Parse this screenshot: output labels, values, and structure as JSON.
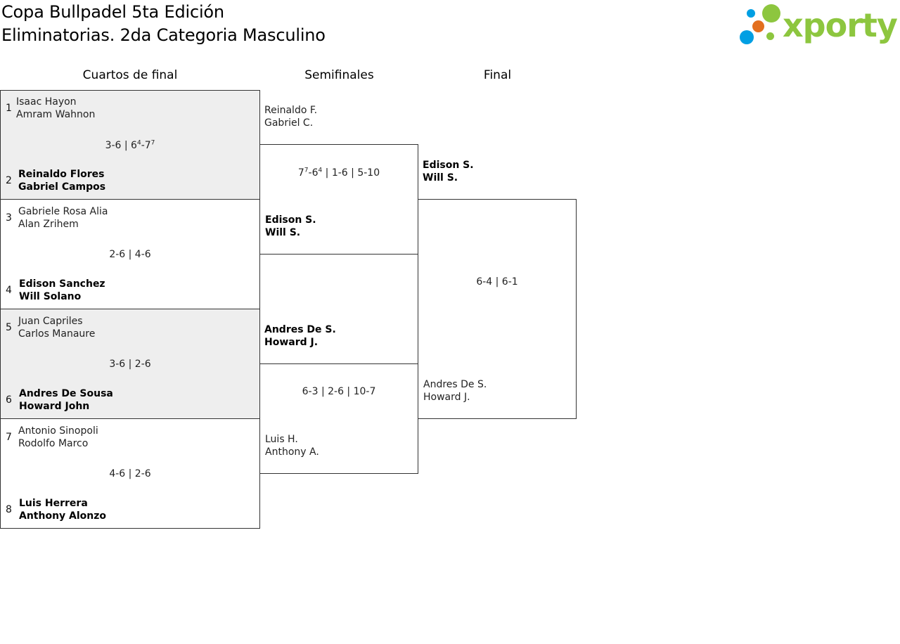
{
  "header": {
    "title_line1": "Copa Bullpadel 5ta Edición",
    "title_line2": "Eliminatorias. 2da Categoria Masculino",
    "logo_text": "xporty",
    "logo_colors": [
      "#009FE3",
      "#E36F1E",
      "#8DC63F"
    ]
  },
  "rounds": {
    "quarters": "Cuartos de final",
    "semis": "Semifinales",
    "final": "Final"
  },
  "quarterfinals": [
    {
      "top": {
        "seed": "1",
        "p1": "Isaac Hayon",
        "p2": "Amram Wahnon"
      },
      "bottom": {
        "seed": "2",
        "p1": "Reinaldo Flores",
        "p2": "Gabriel Campos"
      },
      "score": "3-6 | 6⁴-7⁷",
      "winner": "bottom"
    },
    {
      "top": {
        "seed": "3",
        "p1": "Gabriele Rosa Alia",
        "p2": "Alan Zrihem"
      },
      "bottom": {
        "seed": "4",
        "p1": "Edison Sanchez",
        "p2": "Will Solano"
      },
      "score": "2-6 | 4-6",
      "winner": "bottom"
    },
    {
      "top": {
        "seed": "5",
        "p1": "Juan Capriles",
        "p2": "Carlos Manaure"
      },
      "bottom": {
        "seed": "6",
        "p1": "Andres De Sousa",
        "p2": "Howard John"
      },
      "score": "3-6 | 2-6",
      "winner": "bottom"
    },
    {
      "top": {
        "seed": "7",
        "p1": "Antonio Sinopoli",
        "p2": "Rodolfo Marco"
      },
      "bottom": {
        "seed": "8",
        "p1": "Luis Herrera",
        "p2": "Anthony Alonzo"
      },
      "score": "4-6 | 2-6",
      "winner": "bottom"
    }
  ],
  "semifinals": [
    {
      "top": {
        "p1": "Reinaldo F.",
        "p2": "Gabriel C."
      },
      "bottom": {
        "p1": "Edison S.",
        "p2": "Will S."
      },
      "score": "7⁷-6⁴ | 1-6 | 5-10",
      "winner": "bottom"
    },
    {
      "top": {
        "p1": "Andres De S.",
        "p2": "Howard J."
      },
      "bottom": {
        "p1": "Luis H.",
        "p2": "Anthony A."
      },
      "score": "6-3 | 2-6 | 10-7",
      "winner": "top"
    }
  ],
  "final": {
    "top": {
      "p1": "Edison S.",
      "p2": "Will S."
    },
    "bottom": {
      "p1": "Andres De S.",
      "p2": "Howard J."
    },
    "score": "6-4 | 6-1",
    "winner": "top"
  }
}
